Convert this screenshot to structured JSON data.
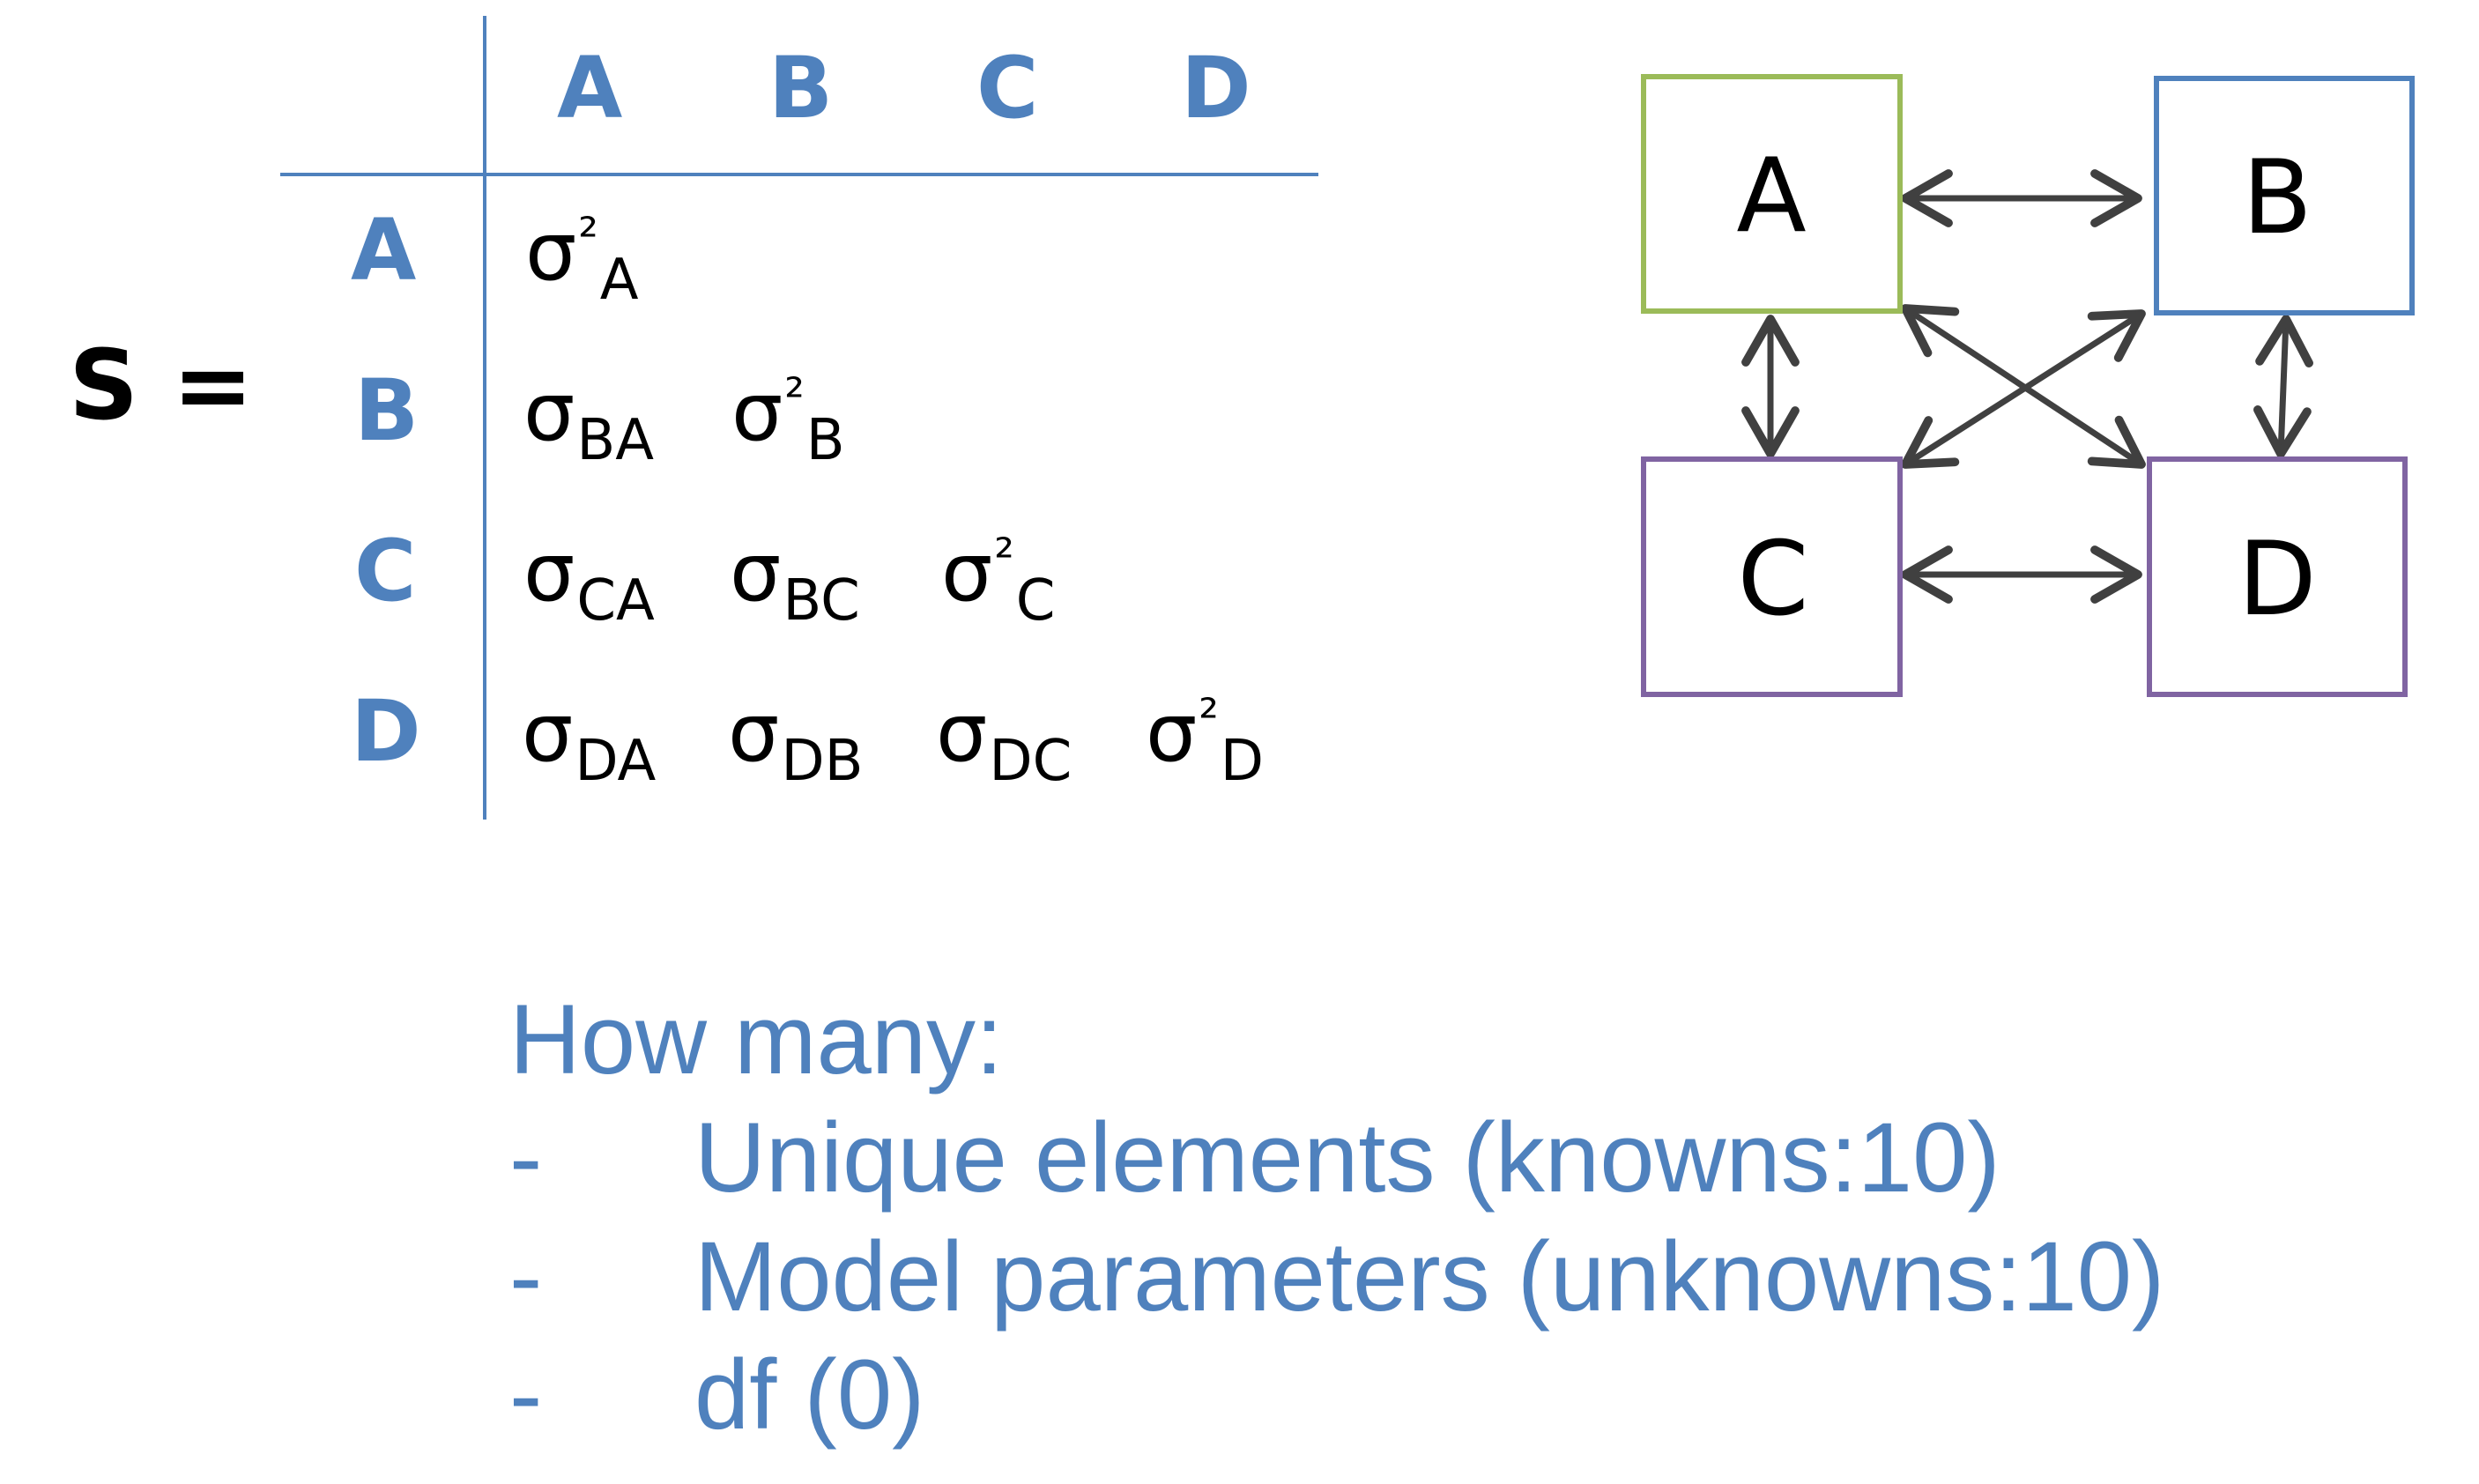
{
  "matrix": {
    "label": "S =",
    "col_headers": [
      "A",
      "B",
      "C",
      "D"
    ],
    "row_headers": [
      "A",
      "B",
      "C",
      "D"
    ],
    "symbol": "σ",
    "squared_mark": "²",
    "cells": [
      [
        {
          "sup": "²",
          "sub": "A"
        }
      ],
      [
        {
          "sup": "",
          "sub": "BA"
        },
        {
          "sup": "²",
          "sub": "B"
        }
      ],
      [
        {
          "sup": "",
          "sub": "CA"
        },
        {
          "sup": "",
          "sub": "BC"
        },
        {
          "sup": "²",
          "sub": "C"
        }
      ],
      [
        {
          "sup": "",
          "sub": "DA"
        },
        {
          "sup": "",
          "sub": "DB"
        },
        {
          "sup": "",
          "sub": "DC"
        },
        {
          "sup": "²",
          "sub": "D"
        }
      ]
    ]
  },
  "diagram": {
    "nodes": [
      {
        "id": "A",
        "label": "A",
        "border_color": "#9bbb59"
      },
      {
        "id": "B",
        "label": "B",
        "border_color": "#4f81bd"
      },
      {
        "id": "C",
        "label": "C",
        "border_color": "#8064a2"
      },
      {
        "id": "D",
        "label": "D",
        "border_color": "#8064a2"
      }
    ],
    "edges": [
      {
        "from": "A",
        "to": "B",
        "bidirectional": true
      },
      {
        "from": "A",
        "to": "C",
        "bidirectional": true
      },
      {
        "from": "A",
        "to": "D",
        "bidirectional": true
      },
      {
        "from": "B",
        "to": "C",
        "bidirectional": true
      },
      {
        "from": "B",
        "to": "D",
        "bidirectional": true
      },
      {
        "from": "C",
        "to": "D",
        "bidirectional": true
      }
    ],
    "arrow_color": "#404040"
  },
  "questions": {
    "heading": "How many:",
    "items": [
      {
        "bullet": "-",
        "text": "Unique elements (knowns:10)"
      },
      {
        "bullet": "-",
        "text": "Model parameters (unknowns:10)"
      },
      {
        "bullet": "-",
        "text": "df (0)"
      }
    ]
  },
  "colors": {
    "accent": "#4f81bd",
    "text": "#000000"
  }
}
